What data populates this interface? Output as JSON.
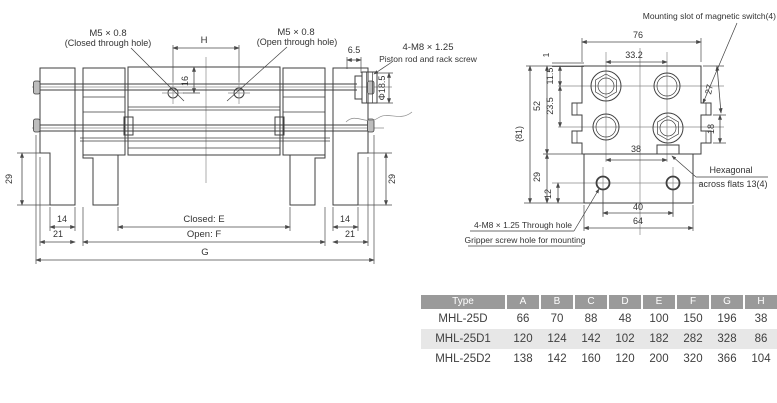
{
  "left_view": {
    "m5_closed_1": "M5 × 0.8",
    "m5_closed_2": "(Closed through hole)",
    "m5_open_1": "M5 × 0.8",
    "m5_open_2": "(Open through hole)",
    "h": "H",
    "d16": "16",
    "d65": "6.5",
    "m8": "4-M8 × 1.25",
    "piston": "Piston rod and rack screw",
    "dia": "Φ18.5",
    "d29l": "29",
    "d29r": "29",
    "d14l": "14",
    "d14r": "14",
    "d21l": "21",
    "d21r": "21",
    "closed": "Closed: E",
    "open": "Open: F",
    "g": "G"
  },
  "right_view": {
    "mounting": "Mounting slot of magnetic switch(4)",
    "d76": "76",
    "d332": "33.2",
    "d1": "1",
    "d115": "11.5",
    "d235": "23.5",
    "d52": "52",
    "d81": "(81)",
    "d27": "27",
    "d18": "18",
    "d38": "38",
    "d29": "29",
    "d12": "12",
    "d40": "40",
    "d64": "64",
    "hex1": "Hexagonal",
    "hex2": "across flats 13(4)",
    "m8_through": "4-M8 × 1.25 Through hole",
    "gripper": "Gripper screw hole for mounting"
  },
  "table": {
    "headers": [
      "Type",
      "A",
      "B",
      "C",
      "D",
      "E",
      "F",
      "G",
      "H"
    ],
    "rows": [
      {
        "type": "MHL-25D",
        "values": [
          "66",
          "70",
          "88",
          "48",
          "100",
          "150",
          "196",
          "38"
        ]
      },
      {
        "type": "MHL-25D1",
        "values": [
          "120",
          "124",
          "142",
          "102",
          "182",
          "282",
          "328",
          "86"
        ]
      },
      {
        "type": "MHL-25D2",
        "values": [
          "138",
          "142",
          "160",
          "120",
          "200",
          "320",
          "366",
          "104"
        ]
      }
    ],
    "colors": {
      "header_bg": "#9a9a9a",
      "header_text": "#ffffff",
      "alt_row_bg": "#e7e7e7",
      "text": "#3f3f3f"
    }
  },
  "drawing": {
    "line_color": "#3f3f3f",
    "centerline_color": "#8a8a8a",
    "background": "#ffffff"
  }
}
